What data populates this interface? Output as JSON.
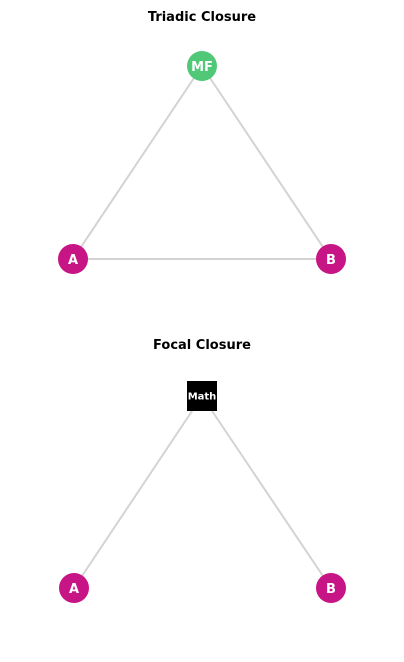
{
  "diagrams": {
    "triadic": {
      "title": "Triadic Closure",
      "nodes": {
        "mf": {
          "label": "MF",
          "color": "#50c878"
        },
        "a": {
          "label": "A",
          "color": "#c71585"
        },
        "b": {
          "label": "B",
          "color": "#c71585"
        }
      },
      "edge_color": "#d3d3d3"
    },
    "focal": {
      "title": "Focal Closure",
      "nodes": {
        "focus": {
          "label": "Math",
          "color": "#000000"
        },
        "a": {
          "label": "A",
          "color": "#c71585"
        },
        "b": {
          "label": "B",
          "color": "#c71585"
        }
      },
      "edge_color": "#d3d3d3"
    }
  }
}
